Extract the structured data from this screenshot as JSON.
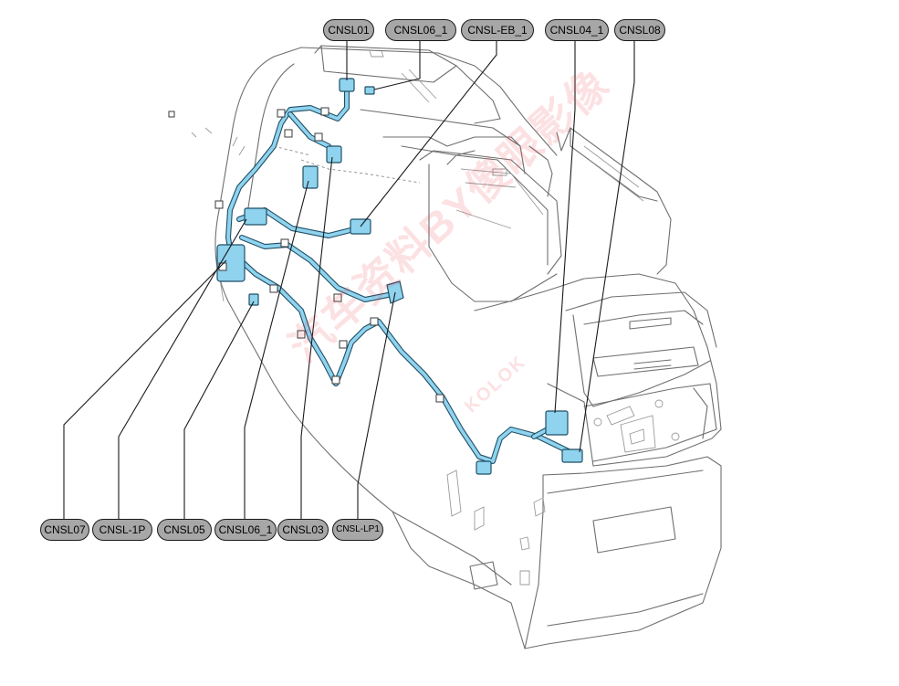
{
  "labels": {
    "cnsl01": "CNSL01",
    "cnsl06_1_top": "CNSL06_1",
    "cnsl_eb_1": "CNSL-EB_1",
    "cnsl04_1": "CNSL04_1",
    "cnsl08": "CNSL08",
    "cnsl07": "CNSL07",
    "cnsl_1p": "CNSL-1P",
    "cnsl05": "CNSL05",
    "cnsl06_1_bottom": "CNSL06_1",
    "cnsl03": "CNSL03",
    "cnsl_lp1": "CNSL-LP1"
  },
  "watermark": "汽车资料BY傻眼影像",
  "watermark_small": "KOLOK",
  "colors": {
    "harness_fill": "#8fd3ee",
    "harness_edge": "#1f4f66",
    "tag_fill": "#a7a7a7",
    "watermark": "#eb4650"
  }
}
